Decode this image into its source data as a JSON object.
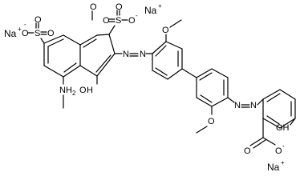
{
  "atoms": {
    "na_top": "Na",
    "na_left": "Na",
    "na_bottom": "Na",
    "plus": "+",
    "minus": "-",
    "o": "O",
    "s": "S",
    "nh2_n": "N",
    "nh2_h": "H",
    "nh2_2": "2",
    "oh_o": "O",
    "oh_h": "H",
    "n": "N",
    "oh2": "OH"
  }
}
